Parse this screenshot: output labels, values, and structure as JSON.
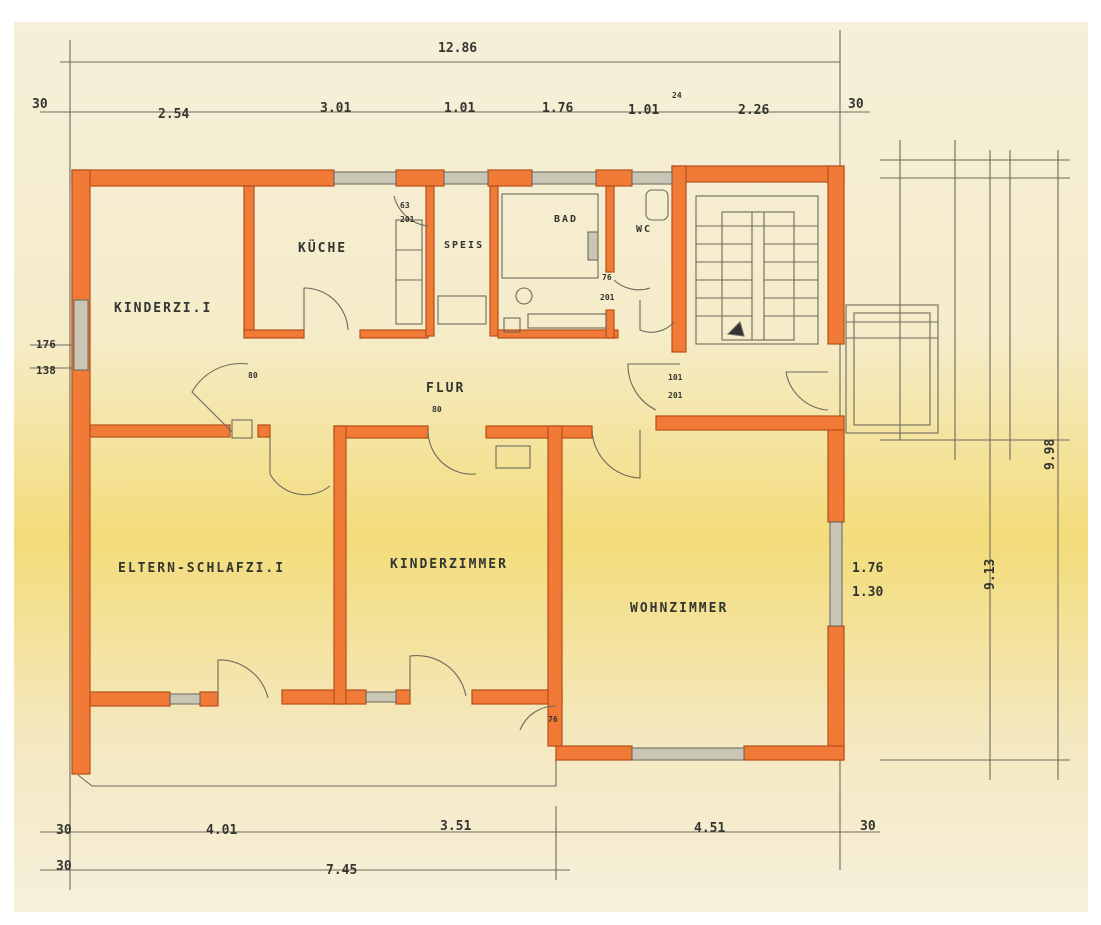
{
  "rooms": {
    "kinderzimmer_small": "KINDERZI.I",
    "kueche": "KÜCHE",
    "speis": "SPEIS",
    "bad": "BAD",
    "wc": "WC",
    "flur": "FLUR",
    "eltern": "ELTERN-SCHLAFZI.I",
    "kinderzimmer": "KINDERZIMMER",
    "wohnzimmer": "WOHNZIMMER"
  },
  "dimensions": {
    "total_width": "12.86",
    "top_30_left": "30",
    "top_254": "2.54",
    "top_301": "3.01",
    "top_101": "1.01",
    "top_176": "1.76",
    "top_101b": "1.01",
    "top_24": "24",
    "top_226": "2.26",
    "top_30_right": "30",
    "left_176": "176",
    "left_138": "138",
    "bottom_30_left": "30",
    "bottom_401": "4.01",
    "bottom_351": "3.51",
    "bottom_451": "4.51",
    "bottom_30_right": "30",
    "bottom_745": "7.45",
    "bottom_30b": "30",
    "right_998": "9.98",
    "right_913": "9.13",
    "right_176": "1.76",
    "right_130": "1.30",
    "wohn_win_176": "1.76",
    "wohn_win_130": "1.30",
    "door_80a": "80",
    "door_80b": "80",
    "door_101": "101",
    "door_201": "201",
    "door_76": "76",
    "door_63": "63",
    "door_201b": "201",
    "door_201c": "201",
    "door_76b": "76"
  }
}
